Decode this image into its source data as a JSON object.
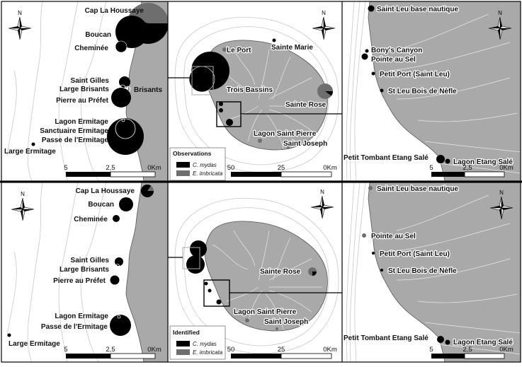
{
  "north_label": "N",
  "panels": {
    "top": {
      "west": {
        "sites": [
          {
            "name": "Cap La Houssaye",
            "cm": 0.55
          },
          {
            "name": "Boucan",
            "cm": 1.0
          },
          {
            "name": "Cheminée",
            "cm": 1.0
          },
          {
            "name": "Saint Gilles",
            "cm": 1.0
          },
          {
            "name": "Large Brisants",
            "cm": 1.0
          },
          {
            "name": "Brisants",
            "cm": 1.0
          },
          {
            "name": "Pierre au Préfet",
            "cm": 1.0
          },
          {
            "name": "Lagon Ermitage",
            "cm": 1.0
          },
          {
            "name": "Sanctuaire Ermitage",
            "cm": 1.0
          },
          {
            "name": "Passe de l'Ermitage",
            "cm": 1.0
          },
          {
            "name": "Large Ermitage",
            "cm": 1.0
          }
        ],
        "scale": {
          "left": "5",
          "mid": "2,5",
          "right": "0Km"
        }
      },
      "island": {
        "labels": {
          "le_port": "Le Port",
          "sainte_marie": "Sainte Marie",
          "trois_bassins": "Trois Bassins",
          "sainte_rose": "Sainte Rose",
          "lagon_saint_pierre": "Lagon Saint Pierre",
          "saint_joseph": "Saint Joseph"
        },
        "legend": {
          "title": "Observations",
          "items": [
            "C. mydas",
            "E. imbricata"
          ]
        },
        "colors": {
          "c_mydas": "#000000",
          "e_imbricata": "#6e6e6e"
        },
        "scale": {
          "left": "50",
          "mid": "25",
          "right": "0Km"
        }
      },
      "south": {
        "sites": [
          {
            "name": "Saint Leu base nautique"
          },
          {
            "name": "Bony's Canyon"
          },
          {
            "name": "Pointe au Sel"
          },
          {
            "name": "Petit Port (Saint Leu)"
          },
          {
            "name": "St Leu Bois de Nèfle"
          },
          {
            "name": "Petit Tombant Etang Salé"
          },
          {
            "name": "Lagon Etang Salé"
          }
        ],
        "scale": {
          "left": "5",
          "mid": "2,5",
          "right": "0Km"
        }
      }
    },
    "bottom": {
      "west": {
        "sites": [
          {
            "name": "Cap La Houssaye"
          },
          {
            "name": "Boucan"
          },
          {
            "name": "Cheminée"
          },
          {
            "name": "Saint Gilles"
          },
          {
            "name": "Large Brisants"
          },
          {
            "name": "Pierre au Préfet"
          },
          {
            "name": "Lagon Ermitage"
          },
          {
            "name": "Passe de l'Ermitage"
          },
          {
            "name": "Large Ermitage"
          }
        ],
        "scale": {
          "left": "5",
          "mid": "2,5",
          "right": "0Km"
        }
      },
      "island": {
        "labels": {
          "sainte_rose": "Sainte Rose",
          "lagon_saint_pierre": "Lagon Saint Pierre",
          "saint_joseph": "Saint Joseph"
        },
        "legend": {
          "title": "Identified",
          "items": [
            "C. mydas",
            "E. imbricata"
          ]
        },
        "scale": {
          "left": "50",
          "mid": "25",
          "right": "0Km"
        }
      },
      "south": {
        "sites": [
          {
            "name": "Saint Leu base nautique"
          },
          {
            "name": "Pointe au Sel"
          },
          {
            "name": "Petit Port (Saint Leu)"
          },
          {
            "name": "St Leu Bois de Nèfle"
          },
          {
            "name": "Petit Tombant Etang Salé"
          },
          {
            "name": "Lagon Etang Salé"
          }
        ],
        "scale": {
          "left": "5",
          "mid": "2,5",
          "right": "0Km"
        }
      }
    }
  }
}
